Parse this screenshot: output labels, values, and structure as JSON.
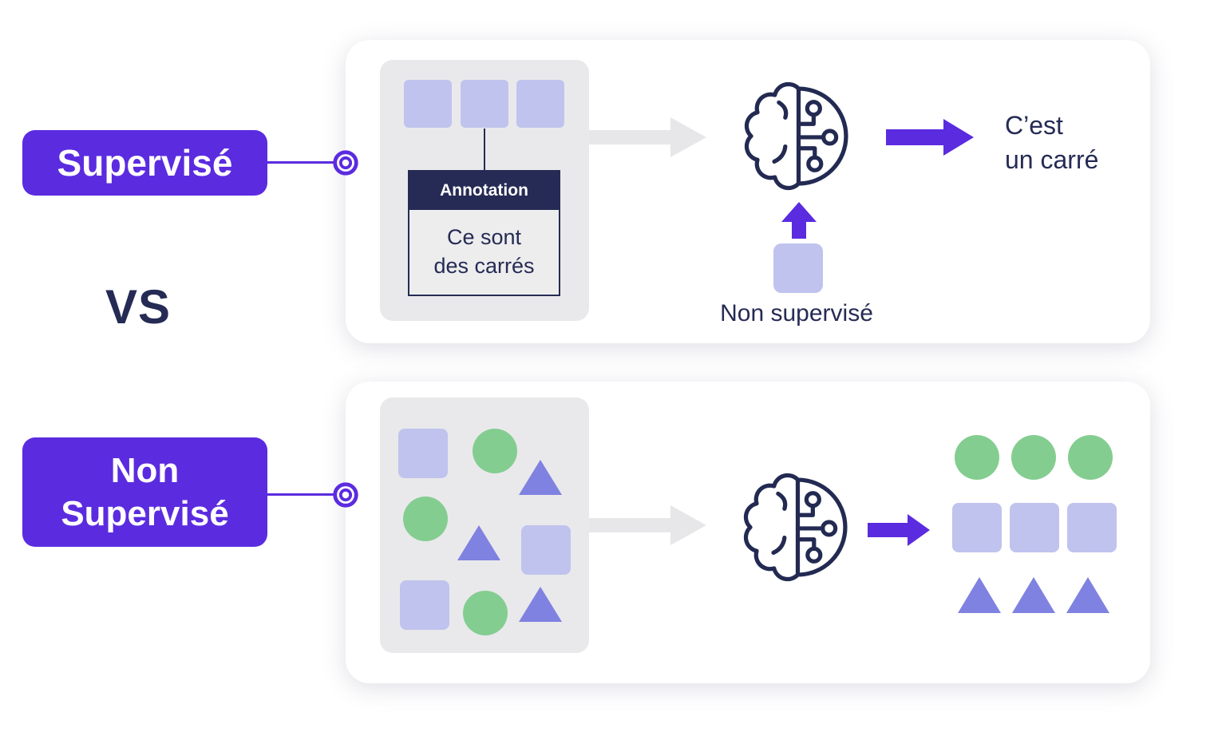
{
  "colors": {
    "accent_purple": "#5B2BE0",
    "navy": "#252B54",
    "lavender_square": "#BFC3ED",
    "green_circle": "#84CD90",
    "purple_triangle": "#7F82E0",
    "panel_gray": "#E9E9EB",
    "arrow_gray": "#E7E7E9"
  },
  "left_column": {
    "supervised_label": "Supervisé",
    "vs_label": "VS",
    "unsupervised_label_line1": "Non",
    "unsupervised_label_line2": "Supervisé"
  },
  "supervised_card": {
    "input_panel": {
      "shapes": [
        "square",
        "square",
        "square"
      ],
      "annotation": {
        "header": "Annotation",
        "body_line1": "Ce sont",
        "body_line2": "des carrés"
      }
    },
    "model_icon": "brain-circuit-icon",
    "output": {
      "line1": "C’est",
      "line2": "un carré"
    },
    "unsupervised_note": {
      "shape": "square",
      "label": "Non supervisé"
    }
  },
  "unsupervised_card": {
    "input_panel": {
      "shapes": [
        "square",
        "circle",
        "triangle",
        "circle",
        "triangle",
        "square",
        "square",
        "circle",
        "triangle"
      ]
    },
    "model_icon": "brain-circuit-icon",
    "output_clusters": [
      {
        "shape": "circle",
        "count": 3
      },
      {
        "shape": "square",
        "count": 3
      },
      {
        "shape": "triangle",
        "count": 3
      }
    ]
  }
}
